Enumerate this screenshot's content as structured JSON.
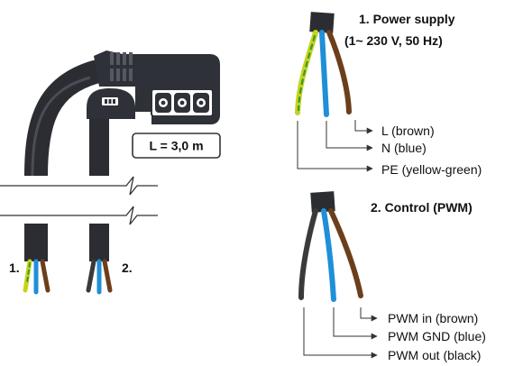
{
  "cable": {
    "length_label": "L = 3,0 m",
    "lead_1_label": "1.",
    "lead_2_label": "2."
  },
  "power_supply": {
    "title_line1": "1. Power supply",
    "title_line2": "(1~ 230 V, 50 Hz)",
    "wires": [
      {
        "label": "L (brown)",
        "color": "#6b3f1c"
      },
      {
        "label": "N (blue)",
        "color": "#1f8fd8"
      },
      {
        "label": "PE (yellow-green)",
        "color": "#c8d21a"
      }
    ]
  },
  "control": {
    "title": "2. Control (PWM)",
    "wires": [
      {
        "label": "PWM in (brown)",
        "color": "#6b3f1c"
      },
      {
        "label": "PWM GND (blue)",
        "color": "#1f8fd8"
      },
      {
        "label": "PWM out (black)",
        "color": "#3a3a3a"
      }
    ]
  },
  "colors": {
    "cable": "#2b2d33",
    "cable_highlight": "#4a4d55",
    "connector": "#2f3138",
    "label_border": "#333333"
  }
}
